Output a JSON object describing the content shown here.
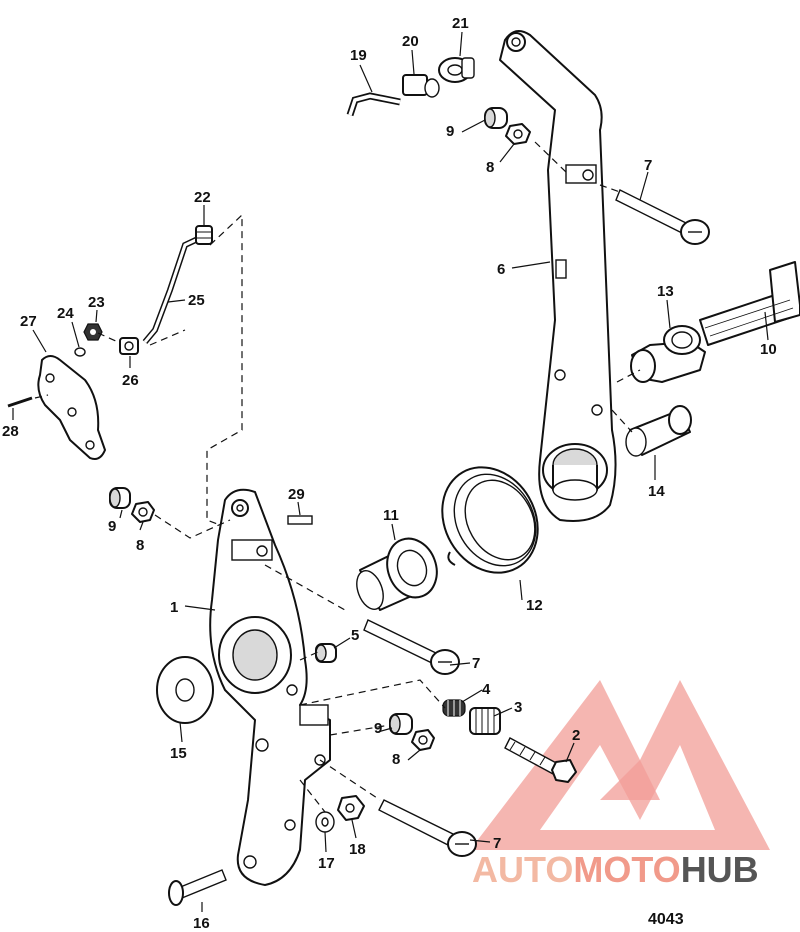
{
  "diagram": {
    "figure_number": "4043",
    "watermark": {
      "segments": [
        "AUTO",
        "MOTO",
        "HUB"
      ],
      "colors": [
        "#f3b9a3",
        "#f19a8a",
        "#555555"
      ],
      "logo_color": "#f08c86"
    },
    "callouts": [
      "1",
      "2",
      "3",
      "4",
      "5",
      "6",
      "7",
      "8",
      "9",
      "10",
      "11",
      "12",
      "13",
      "14",
      "15",
      "16",
      "17",
      "18",
      "19",
      "20",
      "21",
      "22",
      "23",
      "24",
      "25",
      "26",
      "27",
      "28",
      "29"
    ]
  }
}
